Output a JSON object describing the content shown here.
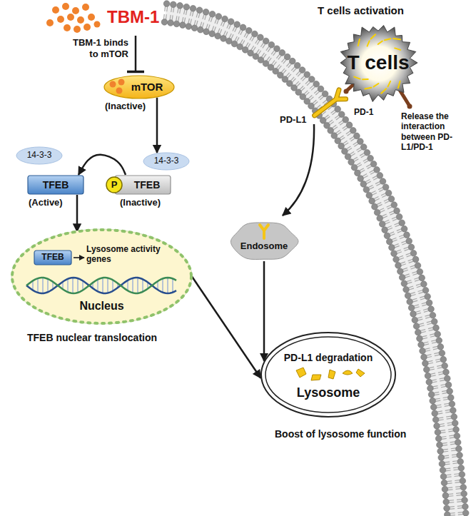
{
  "diagram": {
    "nodes": [
      {
        "text": [
          "mTOR",
          "(Inactive)"
        ]
      },
      {
        "text": [
          "14-3-3"
        ]
      },
      {
        "text": [
          "TFEB",
          "(Active)"
        ]
      },
      {
        "text": [
          "14-3-3"
        ]
      },
      {
        "text": [
          "TFEB",
          "(Inactive)"
        ]
      },
      {
        "text": [
          "P"
        ],
        "in": 4
      },
      {
        "text": [
          "Nucleus"
        ]
      },
      {
        "text": [
          "TFEB"
        ],
        "in": 6
      },
      {
        "text": [
          "T cells"
        ]
      },
      {
        "text": [
          "Endosome"
        ]
      },
      {
        "text": [
          "PD-L1 degradation",
          "Lysosome"
        ]
      }
    ],
    "edges": [
      {
        "from": 0,
        "to": 3,
        "arrow": "to"
      },
      {
        "from": 4,
        "to": 2,
        "arrow": "to"
      },
      {
        "from": 2,
        "to": 6,
        "arrow": "to"
      },
      {
        "from": 6,
        "to": 10,
        "arrow": "to"
      },
      {
        "from": 9,
        "to": 10,
        "arrow": "to"
      }
    ],
    "labels": [
      "TBM-1",
      "TBM-1 binds to mTOR",
      "T cells activation",
      "PD-1",
      "PD-L1",
      "Release the interaction between PD-L1/PD-1",
      "Lysosome activity genes",
      "TFEB nuclear translocation",
      "Boost of lysosome function"
    ]
  }
}
